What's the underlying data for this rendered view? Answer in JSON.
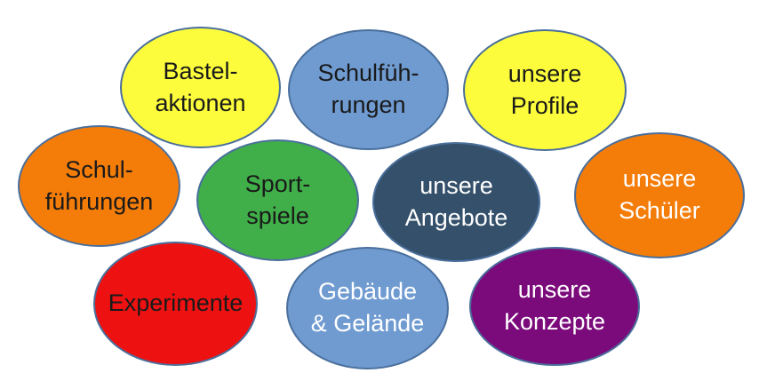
{
  "diagram": {
    "center": {
      "text": "unsere\nAngebote",
      "fill": "#34506a",
      "text_color": "#ffffff"
    },
    "items": [
      {
        "id": "bastelaktionen",
        "text": "Bastel-\naktionen",
        "fill": "#fcfc3c",
        "text_color": "#1a1a1a"
      },
      {
        "id": "schulfuehrungen-top",
        "text": "Schulfüh-\nrungen",
        "fill": "#6f9bd1",
        "text_color": "#1a1a1a"
      },
      {
        "id": "profile",
        "text": "unsere\nProfile",
        "fill": "#fcfc3c",
        "text_color": "#1a1a1a"
      },
      {
        "id": "schulfuehrungen-left",
        "text": "Schul-\nführungen",
        "fill": "#f47d0a",
        "text_color": "#1a1a1a"
      },
      {
        "id": "sportspiele",
        "text": "Sport-\nspiele",
        "fill": "#40ae49",
        "text_color": "#1a1a1a"
      },
      {
        "id": "schueler",
        "text": "unsere\nSchüler",
        "fill": "#f47d0a",
        "text_color": "#ffffff"
      },
      {
        "id": "experimente",
        "text": "Experimente",
        "fill": "#ee1111",
        "text_color": "#1a1a1a"
      },
      {
        "id": "gebaeude",
        "text": "Gebäude\n& Gelände",
        "fill": "#6f9bd1",
        "text_color": "#ffffff"
      },
      {
        "id": "konzepte",
        "text": "unsere\nKonzepte",
        "fill": "#7b0a7b",
        "text_color": "#ffffff"
      }
    ]
  }
}
